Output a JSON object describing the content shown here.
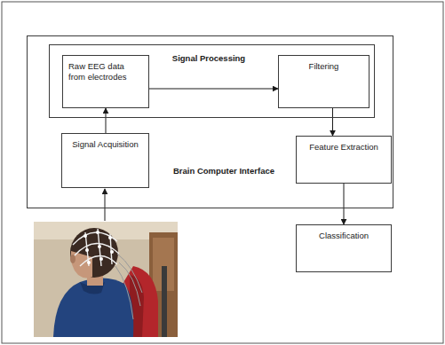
{
  "diagram": {
    "nodes": [
      {
        "text": [
          "Brain Computer Interface"
        ]
      },
      {
        "text": [
          "Signal Processing"
        ],
        "in": 0
      },
      {
        "text": [
          "Raw EEG data from electrodes"
        ],
        "in": 1
      },
      {
        "text": [
          "Filtering"
        ],
        "in": 1
      },
      {
        "text": [
          "Signal Acquisition"
        ],
        "in": 0
      },
      {
        "text": [
          "Feature Extraction"
        ],
        "in": 0
      },
      {
        "text": [
          "Classification"
        ]
      }
    ],
    "edges": [
      {
        "from": 2,
        "to": 3,
        "arrow": "to"
      },
      {
        "from": 4,
        "to": 2,
        "arrow": "to"
      },
      {
        "from": 3,
        "to": 5,
        "arrow": "to"
      },
      {
        "from": 5,
        "to": 6,
        "arrow": "to"
      }
    ]
  }
}
